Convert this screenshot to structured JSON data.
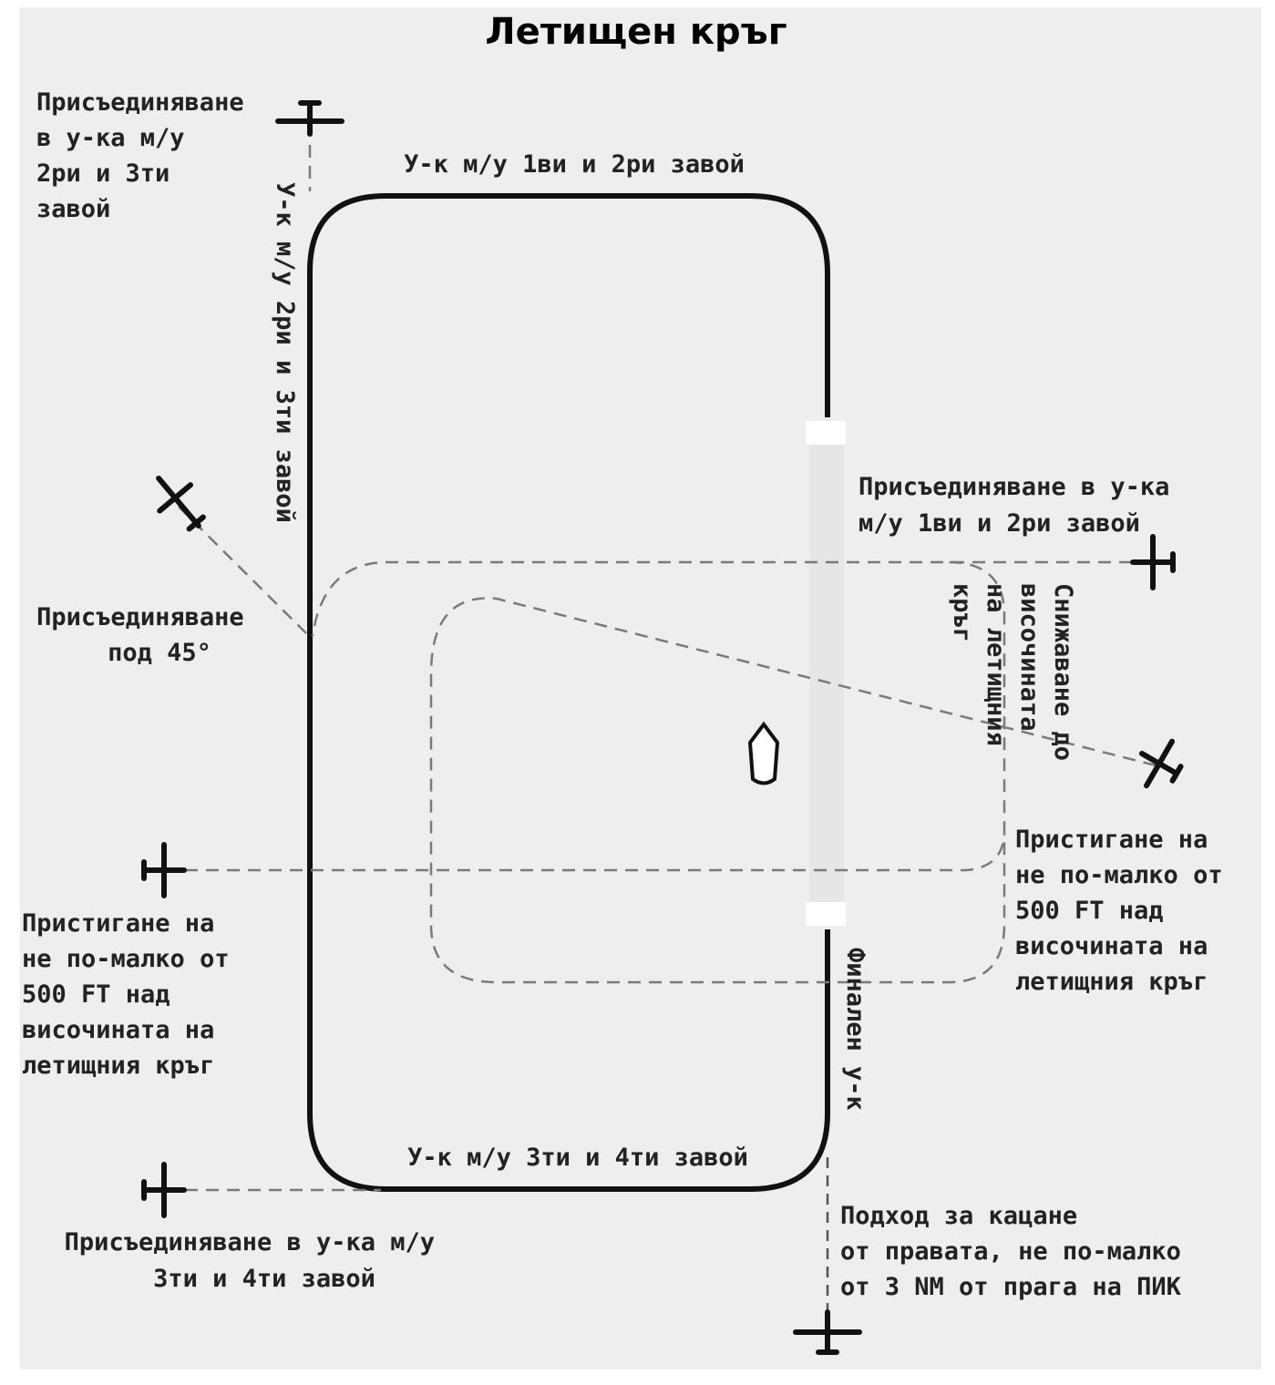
{
  "title": "Летищен кръг",
  "colors": {
    "panel_background": "#eeeeee",
    "circuit_line": "#111111",
    "dashed_path": "#7a7a7a",
    "runway": "#e6e6e6"
  },
  "labels": {
    "join_downwind_top_left": [
      "Присъединяване",
      "в у-ка м/у",
      "2ри и 3ти",
      "завой"
    ],
    "leg_upwind": "У-к м/у 1ви и 2ри завой",
    "leg_downwind": "У-к м/у 2ри и 3ти завой",
    "join_45": [
      "Присъединяване",
      "под 45°"
    ],
    "join_crosswind": [
      "Присъединяване в у-ка",
      "м/у 1ви и 2ри завой"
    ],
    "descend": [
      "Снижаване до",
      "височината",
      "на летищния",
      "кръг"
    ],
    "arrive_right": [
      "Пристигане на",
      "не по-малко от",
      "500 FT над",
      "височината на",
      "летищния кръг"
    ],
    "arrive_left": [
      "Пристигане на",
      "не по-малко от",
      "500 FT над",
      "височината на",
      "летищния кръг"
    ],
    "final_leg": "Финален у-к",
    "leg_base": "У-к м/у 3ти и 4ти завой",
    "join_base": [
      "Присъединяване в у-ка м/у",
      "3ти и 4ти завой"
    ],
    "approach_right": [
      "Подход за кацане",
      "от правата, не по-малко",
      "от 3 NM от прага на ПИК"
    ]
  },
  "icons": {
    "aircraft": "airplane-icon",
    "windsock": "windsock-icon"
  }
}
